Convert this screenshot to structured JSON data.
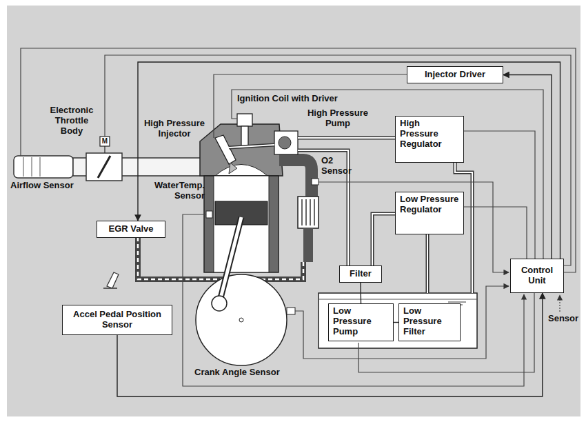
{
  "diagram": {
    "nodes": [
      {
        "text": [
          "Injector Driver"
        ]
      },
      {
        "text": [
          "High Pressure Regulator"
        ]
      },
      {
        "text": [
          "Low Pressure Regulator"
        ]
      },
      {
        "text": [
          "EGR Valve"
        ]
      },
      {
        "text": [
          "Filter"
        ]
      },
      {
        "text": [
          "Control Unit"
        ]
      },
      {
        "text": [
          "Accel Pedal Position Sensor"
        ]
      },
      {
        "text": [
          "Low Pressure Pump"
        ]
      },
      {
        "text": [
          "Low Pressure Filter"
        ]
      }
    ],
    "edges": [
      {
        "from": 5,
        "to": 0,
        "arrow": "to"
      },
      {
        "from": 6,
        "to": 5,
        "arrow": "to"
      },
      {
        "from": 5,
        "to": 3,
        "arrow": "to"
      },
      {
        "from": 7,
        "to": 4,
        "arrow": "none"
      },
      {
        "from": 8,
        "to": 7,
        "arrow": "none"
      }
    ],
    "labels": [
      "Electronic Throttle Body",
      "M",
      "Airflow Sensor",
      "High Pressure Injector",
      "Ignition Coil with Driver",
      "High Pressure Pump",
      "O2 Sensor",
      "WaterTemp. Sensor",
      "Crank Angle Sensor",
      "Sensor"
    ]
  }
}
